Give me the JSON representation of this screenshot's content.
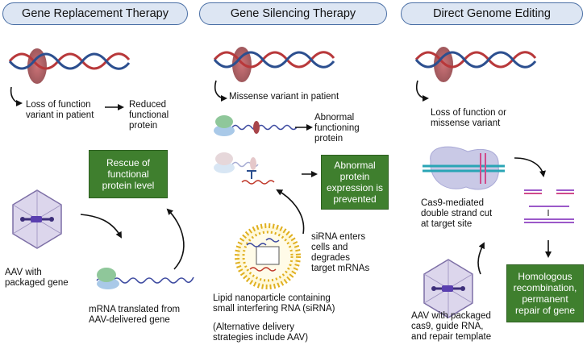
{
  "panels": {
    "replacement": {
      "title": "Gene Replacement Therapy",
      "loss_line1": "Loss of function",
      "loss_line2": "variant in patient",
      "reduced_line1": "Reduced",
      "reduced_line2": "functional",
      "reduced_line3": "protein",
      "rescue_line1": "Rescue of",
      "rescue_line2": "functional",
      "rescue_line3": "protein level",
      "aav_line1": "AAV with",
      "aav_line2": "packaged gene",
      "mrna_line1": "mRNA translated from",
      "mrna_line2": "AAV-delivered gene"
    },
    "silencing": {
      "title": "Gene Silencing Therapy",
      "missense": "Missense variant in patient",
      "abnormal_fn_line1": "Abnormal",
      "abnormal_fn_line2": "functioning",
      "abnormal_fn_line3": "protein",
      "prevented_line1": "Abnormal",
      "prevented_line2": "protein",
      "prevented_line3": "expression is",
      "prevented_line4": "prevented",
      "sirna_line1": "siRNA enters",
      "sirna_line2": "cells and",
      "sirna_line3": "degrades",
      "sirna_line4": "target mRNAs",
      "lnp_line1": "Lipid nanoparticle containing",
      "lnp_line2": "small interfering RNA (siRNA)",
      "alt_line1": "(Alternative delivery",
      "alt_line2": "strategies include AAV)"
    },
    "editing": {
      "title": "Direct Genome Editing",
      "loss_line1": "Loss of function or",
      "loss_line2": "missense variant",
      "cas9_line1": "Cas9-mediated",
      "cas9_line2": "double strand cut",
      "cas9_line3": "at target site",
      "homol_line1": "Homologous",
      "homol_line2": "recombination,",
      "homol_line3": "permanent",
      "homol_line4": "repair of gene",
      "aav_line1": "AAV with packaged",
      "aav_line2": "cas9, guide RNA,",
      "aav_line3": "and  repair template"
    }
  },
  "colors": {
    "title_fill": "#dde6f3",
    "title_border": "#4a6fa5",
    "outcome_box": "#3f7f2e",
    "dna_red": "#b8383a",
    "dna_blue": "#2c4f8f",
    "highlight": "#a8454a",
    "mrna": "#3d4aa0",
    "ribosome_green": "#8fc79a",
    "ribosome_blue": "#a9c9e8",
    "edited_purple": "#9b59c9"
  },
  "icons": [
    "dna-helix-icon",
    "aav-capsid-icon",
    "ribosome-icon",
    "lipid-nanoparticle-icon",
    "cas9-complex-icon"
  ]
}
